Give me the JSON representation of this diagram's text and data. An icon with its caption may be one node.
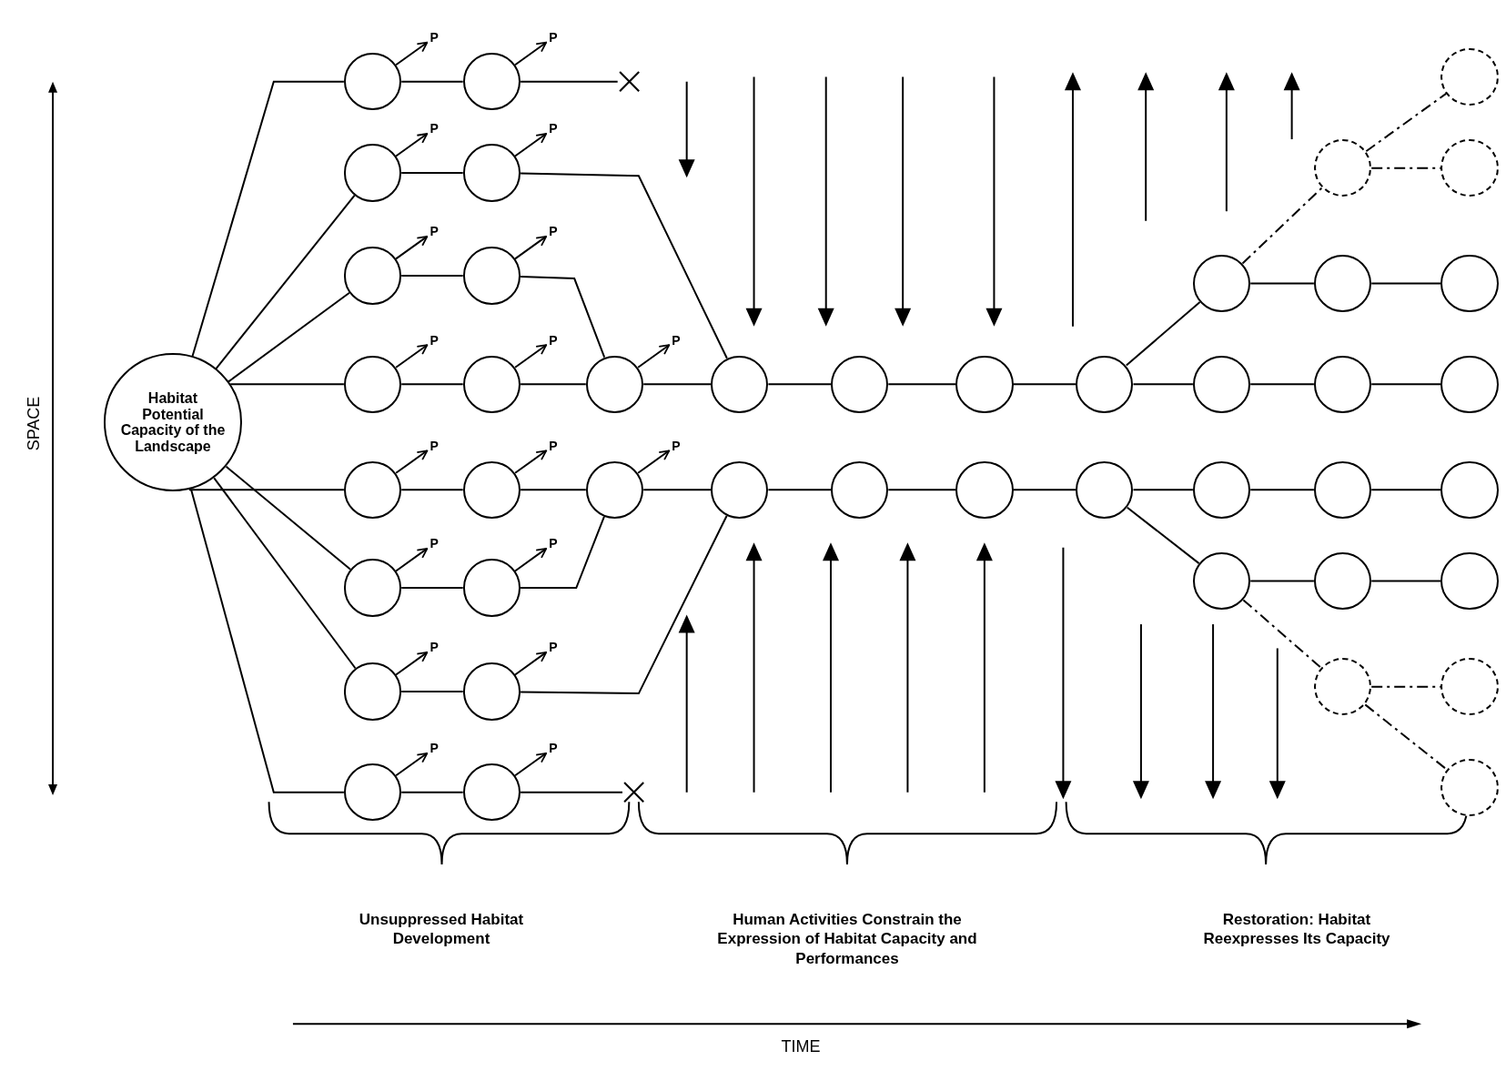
{
  "diagram": {
    "nodes": [
      {
        "text": [
          "Habitat Potential Capacity of the Landscape"
        ]
      },
      {
        "text": [],
        "shape": "circle"
      },
      {
        "text": [],
        "shape": "circle"
      },
      {
        "text": [],
        "shape": "circle"
      },
      {
        "text": [],
        "shape": "circle"
      },
      {
        "text": [],
        "shape": "circle"
      },
      {
        "text": [],
        "shape": "circle"
      },
      {
        "text": [],
        "shape": "circle"
      },
      {
        "text": [],
        "shape": "circle"
      },
      {
        "text": [],
        "shape": "circle"
      },
      {
        "text": [],
        "shape": "circle"
      },
      {
        "text": [],
        "shape": "circle"
      },
      {
        "text": [],
        "shape": "circle"
      },
      {
        "text": [],
        "shape": "circle"
      },
      {
        "text": [],
        "shape": "circle"
      },
      {
        "text": [],
        "shape": "circle"
      },
      {
        "text": [],
        "shape": "circle"
      },
      {
        "text": [],
        "shape": "circle"
      },
      {
        "text": [],
        "shape": "circle"
      },
      {
        "text": [],
        "shape": "cross"
      },
      {
        "text": [],
        "shape": "cross"
      },
      {
        "text": [],
        "shape": "circle"
      },
      {
        "text": [],
        "shape": "circle"
      },
      {
        "text": [],
        "shape": "circle"
      },
      {
        "text": [],
        "shape": "circle"
      },
      {
        "text": [],
        "shape": "circle"
      },
      {
        "text": [],
        "shape": "circle"
      },
      {
        "text": [],
        "shape": "circle"
      },
      {
        "text": [],
        "shape": "circle"
      },
      {
        "text": [],
        "shape": "circle"
      },
      {
        "text": [],
        "shape": "circle"
      },
      {
        "text": [],
        "shape": "circle"
      },
      {
        "text": [],
        "shape": "circle"
      },
      {
        "text": [],
        "shape": "circle"
      },
      {
        "text": [],
        "shape": "circle"
      },
      {
        "text": [],
        "shape": "circle"
      },
      {
        "text": [],
        "shape": "circle"
      },
      {
        "text": [],
        "shape": "circle"
      },
      {
        "text": [],
        "shape": "circle"
      },
      {
        "text": [],
        "shape": "circle"
      },
      {
        "text": [],
        "shape": "circle"
      },
      {
        "text": [],
        "shape": "circle"
      },
      {
        "text": [],
        "shape": "circle"
      },
      {
        "text": [],
        "shape": "circle"
      },
      {
        "text": [],
        "shape": "circle"
      },
      {
        "text": [],
        "shape": "circle"
      },
      {
        "text": [],
        "shape": "circle"
      },
      {
        "text": [
          "P"
        ]
      },
      {
        "text": [
          "P"
        ]
      },
      {
        "text": [
          "P"
        ]
      },
      {
        "text": [
          "P"
        ]
      },
      {
        "text": [
          "P"
        ]
      },
      {
        "text": [
          "P"
        ]
      },
      {
        "text": [
          "P"
        ]
      },
      {
        "text": [
          "P"
        ]
      },
      {
        "text": [
          "P"
        ]
      },
      {
        "text": [
          "P"
        ]
      },
      {
        "text": [
          "P"
        ]
      },
      {
        "text": [
          "P"
        ]
      },
      {
        "text": [
          "P"
        ]
      },
      {
        "text": [
          "P"
        ]
      },
      {
        "text": [
          "P"
        ]
      },
      {
        "text": [
          "P"
        ]
      },
      {
        "text": [
          "P"
        ]
      },
      {
        "text": [
          "P"
        ]
      }
    ],
    "edges": [
      {
        "from": 0,
        "to": 1,
        "arrow": "none"
      },
      {
        "from": 0,
        "to": 3,
        "arrow": "none"
      },
      {
        "from": 0,
        "to": 5,
        "arrow": "none"
      },
      {
        "from": 0,
        "to": 7,
        "arrow": "none"
      },
      {
        "from": 0,
        "to": 9,
        "arrow": "none"
      },
      {
        "from": 0,
        "to": 11,
        "arrow": "none"
      },
      {
        "from": 0,
        "to": 13,
        "arrow": "none"
      },
      {
        "from": 0,
        "to": 15,
        "arrow": "none"
      },
      {
        "from": 1,
        "to": 2,
        "arrow": "none"
      },
      {
        "from": 3,
        "to": 4,
        "arrow": "none"
      },
      {
        "from": 5,
        "to": 6,
        "arrow": "none"
      },
      {
        "from": 7,
        "to": 8,
        "arrow": "none"
      },
      {
        "from": 9,
        "to": 10,
        "arrow": "none"
      },
      {
        "from": 11,
        "to": 12,
        "arrow": "none"
      },
      {
        "from": 13,
        "to": 14,
        "arrow": "none"
      },
      {
        "from": 15,
        "to": 16,
        "arrow": "none"
      },
      {
        "from": 2,
        "to": 19,
        "arrow": "none"
      },
      {
        "from": 4,
        "to": 21,
        "arrow": "none"
      },
      {
        "from": 6,
        "to": 17,
        "arrow": "none"
      },
      {
        "from": 8,
        "to": 17,
        "arrow": "none"
      },
      {
        "from": 10,
        "to": 18,
        "arrow": "none"
      },
      {
        "from": 12,
        "to": 18,
        "arrow": "none"
      },
      {
        "from": 14,
        "to": 25,
        "arrow": "none"
      },
      {
        "from": 16,
        "to": 20,
        "arrow": "none"
      },
      {
        "from": 17,
        "to": 21,
        "arrow": "none"
      },
      {
        "from": 18,
        "to": 25,
        "arrow": "none"
      },
      {
        "from": 21,
        "to": 22,
        "arrow": "none"
      },
      {
        "from": 22,
        "to": 23,
        "arrow": "none"
      },
      {
        "from": 23,
        "to": 24,
        "arrow": "none"
      },
      {
        "from": 25,
        "to": 26,
        "arrow": "none"
      },
      {
        "from": 26,
        "to": 27,
        "arrow": "none"
      },
      {
        "from": 27,
        "to": 28,
        "arrow": "none"
      },
      {
        "from": 24,
        "to": 29,
        "arrow": "none"
      },
      {
        "from": 24,
        "to": 32,
        "arrow": "none"
      },
      {
        "from": 29,
        "to": 30,
        "arrow": "none"
      },
      {
        "from": 30,
        "to": 31,
        "arrow": "none"
      },
      {
        "from": 32,
        "to": 33,
        "arrow": "none"
      },
      {
        "from": 33,
        "to": 34,
        "arrow": "none"
      },
      {
        "from": 28,
        "to": 35,
        "arrow": "none"
      },
      {
        "from": 28,
        "to": 38,
        "arrow": "none"
      },
      {
        "from": 35,
        "to": 36,
        "arrow": "none"
      },
      {
        "from": 36,
        "to": 37,
        "arrow": "none"
      },
      {
        "from": 38,
        "to": 39,
        "arrow": "none"
      },
      {
        "from": 39,
        "to": 40,
        "arrow": "none"
      },
      {
        "from": 29,
        "to": 42,
        "arrow": "none",
        "style": "dashed"
      },
      {
        "from": 42,
        "to": 43,
        "arrow": "none",
        "style": "dashed"
      },
      {
        "from": 42,
        "to": 41,
        "arrow": "none",
        "style": "dashed"
      },
      {
        "from": 38,
        "to": 44,
        "arrow": "none",
        "style": "dashed"
      },
      {
        "from": 44,
        "to": 45,
        "arrow": "none",
        "style": "dashed"
      },
      {
        "from": 44,
        "to": 46,
        "arrow": "none",
        "style": "dashed"
      },
      {
        "from": 1,
        "to": 47,
        "arrow": "to"
      },
      {
        "from": 2,
        "to": 48,
        "arrow": "to"
      },
      {
        "from": 3,
        "to": 49,
        "arrow": "to"
      },
      {
        "from": 4,
        "to": 50,
        "arrow": "to"
      },
      {
        "from": 5,
        "to": 51,
        "arrow": "to"
      },
      {
        "from": 6,
        "to": 52,
        "arrow": "to"
      },
      {
        "from": 7,
        "to": 53,
        "arrow": "to"
      },
      {
        "from": 8,
        "to": 54,
        "arrow": "to"
      },
      {
        "from": 17,
        "to": 55,
        "arrow": "to"
      },
      {
        "from": 9,
        "to": 56,
        "arrow": "to"
      },
      {
        "from": 10,
        "to": 57,
        "arrow": "to"
      },
      {
        "from": 18,
        "to": 58,
        "arrow": "to"
      },
      {
        "from": 11,
        "to": 59,
        "arrow": "to"
      },
      {
        "from": 12,
        "to": 60,
        "arrow": "to"
      },
      {
        "from": 13,
        "to": 61,
        "arrow": "to"
      },
      {
        "from": 14,
        "to": 62,
        "arrow": "to"
      },
      {
        "from": 15,
        "to": 63,
        "arrow": "to"
      },
      {
        "from": 16,
        "to": 64,
        "arrow": "to"
      }
    ],
    "labels": [
      "SPACE",
      "Unsuppressed Habitat Development",
      "Human Activities Constrain the Expression of Habitat Capacity and Performances",
      "Restoration: Habitat Reexpresses Its Capacity",
      "TIME"
    ]
  }
}
